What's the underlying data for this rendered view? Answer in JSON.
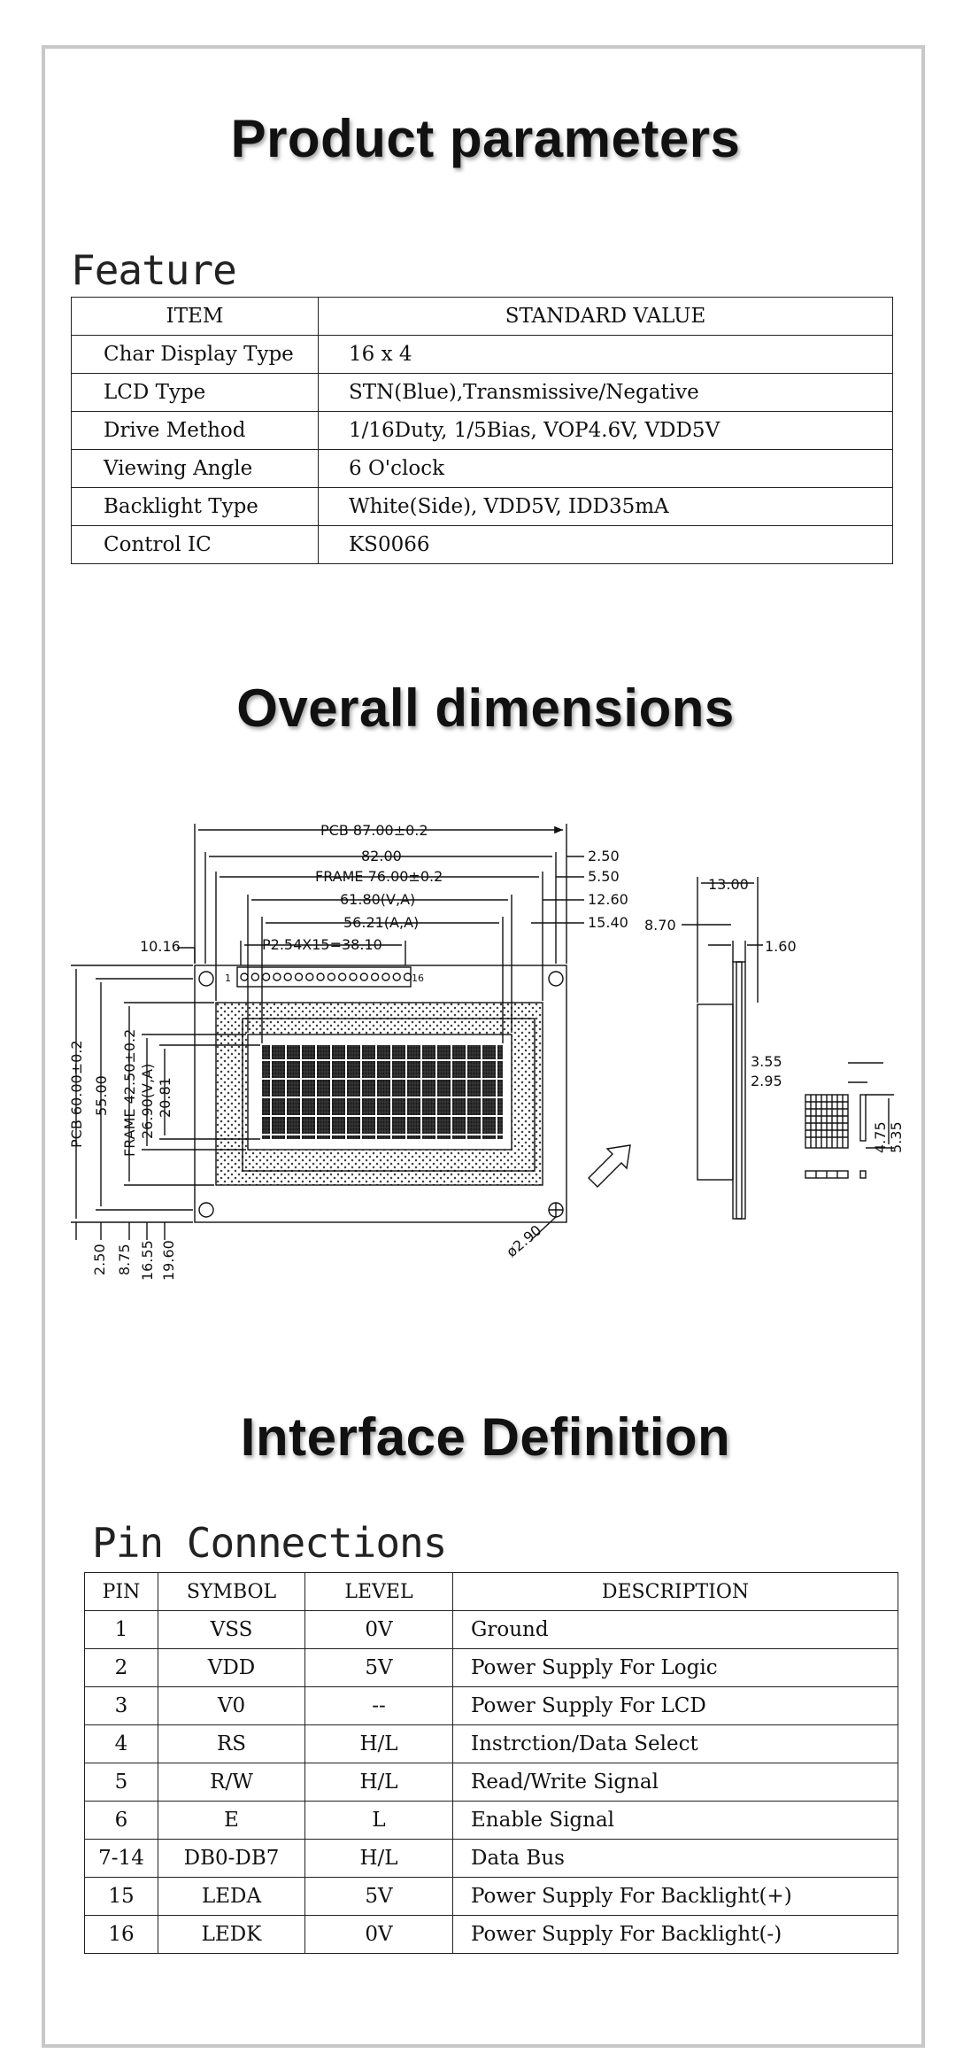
{
  "sections": {
    "product_title": "Product parameters",
    "dimensions_title": "Overall dimensions",
    "interface_title": "Interface Definition"
  },
  "feature": {
    "title": "Feature",
    "headers": [
      "ITEM",
      "STANDARD VALUE"
    ],
    "rows": [
      [
        "Char Display Type",
        "16 x 4"
      ],
      [
        "LCD Type",
        "STN(Blue),Transmissive/Negative"
      ],
      [
        "Drive Method",
        "1/16Duty, 1/5Bias, VOP4.6V, VDD5V"
      ],
      [
        "Viewing Angle",
        "6 O'clock"
      ],
      [
        "Backlight Type",
        "White(Side), VDD5V, IDD35mA"
      ],
      [
        "Control IC",
        "KS0066"
      ]
    ]
  },
  "drawing_labels": {
    "pcb_w": "PCB 87.00±0.2",
    "w82": "82.00",
    "frame_w": "FRAME 76.00±0.2",
    "va_w": "61.80(V,A)",
    "aa_w": "56.21(A,A)",
    "pitch": "P2.54X15=38.10",
    "d250": "2.50",
    "d550": "5.50",
    "d1260": "12.60",
    "d1540": "15.40",
    "d1016": "10.16",
    "pin1": "1",
    "pin16": "16",
    "pcb_h": "PCB 60.00±0.2",
    "h55": "55.00",
    "frame_h": "FRAME 42.50±0.2",
    "va_h": "26.90(V,A)",
    "aa_h": "20.81",
    "v250": "2.50",
    "v875": "8.75",
    "v1655": "16.55",
    "v1960": "19.60",
    "hole": "ø2.90",
    "side_13": "13.00",
    "side_870": "8.70",
    "side_160": "1.60",
    "c355": "3.55",
    "c295": "2.95",
    "c475": "4.75",
    "c535": "5.35"
  },
  "pins": {
    "title": "Pin Connections",
    "headers": [
      "PIN",
      "SYMBOL",
      "LEVEL",
      "DESCRIPTION"
    ],
    "rows": [
      [
        "1",
        "VSS",
        "0V",
        "Ground"
      ],
      [
        "2",
        "VDD",
        "5V",
        "Power Supply For Logic"
      ],
      [
        "3",
        "V0",
        "--",
        "Power Supply For LCD"
      ],
      [
        "4",
        "RS",
        "H/L",
        "Instrction/Data Select"
      ],
      [
        "5",
        "R/W",
        "H/L",
        "Read/Write Signal"
      ],
      [
        "6",
        "E",
        "L",
        "Enable Signal"
      ],
      [
        "7-14",
        "DB0-DB7",
        "H/L",
        "Data Bus"
      ],
      [
        "15",
        "LEDA",
        "5V",
        "Power Supply For Backlight(+)"
      ],
      [
        "16",
        "LEDK",
        "0V",
        "Power Supply For Backlight(-)"
      ]
    ]
  }
}
